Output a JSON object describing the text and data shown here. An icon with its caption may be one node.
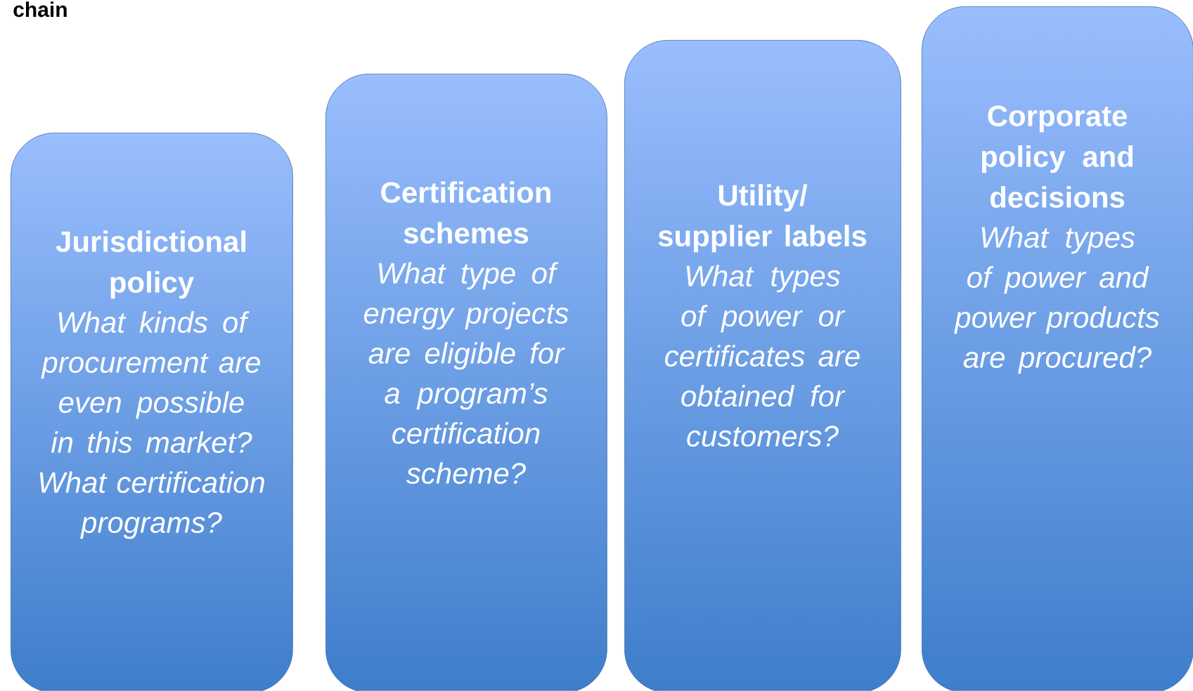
{
  "diagram": {
    "title": "chain",
    "nodes": [
      {
        "text": [
          "Jurisdictional policy",
          "What kinds of procurement are even possible in this market? What certification programs?"
        ]
      },
      {
        "text": [
          "Certification schemes",
          "What type of energy projects are eligible for a program’s certification scheme?"
        ]
      },
      {
        "text": [
          "Utility/ supplier labels",
          "What types of power or certificates are obtained for customers?"
        ]
      },
      {
        "text": [
          "Corporate policy and decisions",
          "What types of power and power products are procured?"
        ]
      }
    ]
  }
}
